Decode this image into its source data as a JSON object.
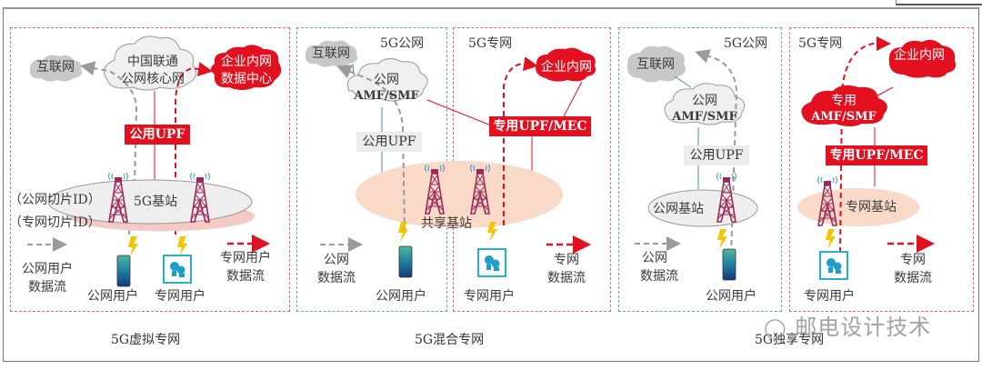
{
  "panels": {
    "virtual": {
      "caption": "5G虚拟专网",
      "core_cloud": [
        "中国联通",
        "公网核心网"
      ],
      "internet": "互联网",
      "enterprise": [
        "企业内网",
        "数据中心"
      ],
      "upf": "公用UPF",
      "base_station": "5G基站",
      "slice_public": "（公网切片ID）",
      "slice_private": "（专网切片ID）",
      "legend_public": [
        "公网用户",
        "数据流"
      ],
      "legend_private": [
        "专网用户",
        "数据流"
      ],
      "user_public": "公网用户",
      "user_private": "专网用户"
    },
    "hybrid": {
      "caption": "5G混合专网",
      "public_title": "5G公网",
      "private_title": "5G专网",
      "internet": "互联网",
      "core_cloud": [
        "公网",
        "AMF/SMF"
      ],
      "public_upf": "公用UPF",
      "private_upf": "专用UPF/MEC",
      "enterprise": "企业内网",
      "base_station": "共享基站",
      "legend_public": [
        "公网",
        "数据流"
      ],
      "legend_private": [
        "专网",
        "数据流"
      ],
      "user_public": "公网用户",
      "user_private": "专网用户"
    },
    "standalone": {
      "caption": "5G独享专网",
      "public_title": "5G公网",
      "private_title": "5G专网",
      "internet": "互联网",
      "public_core": [
        "公网",
        "AMF/SMF"
      ],
      "private_core": [
        "专用",
        "AMF/SMF"
      ],
      "public_upf": "公用UPF",
      "private_upf": "专用UPF/MEC",
      "enterprise": "企业内网",
      "public_bs": "公网基站",
      "private_bs": "专网基站",
      "legend_public": [
        "公网",
        "数据流"
      ],
      "legend_private": [
        "专网",
        "数据流"
      ],
      "user_public": "公网用户",
      "user_private": "专网用户"
    }
  },
  "watermark": "邮电设计技术",
  "colors": {
    "red": "#e3101f",
    "grey_flow": "#9a9a9a",
    "blue_line": "#4a86c5",
    "pink_ellipse": "#f9d9c8",
    "grey_cloud": "#c8c8c8"
  }
}
